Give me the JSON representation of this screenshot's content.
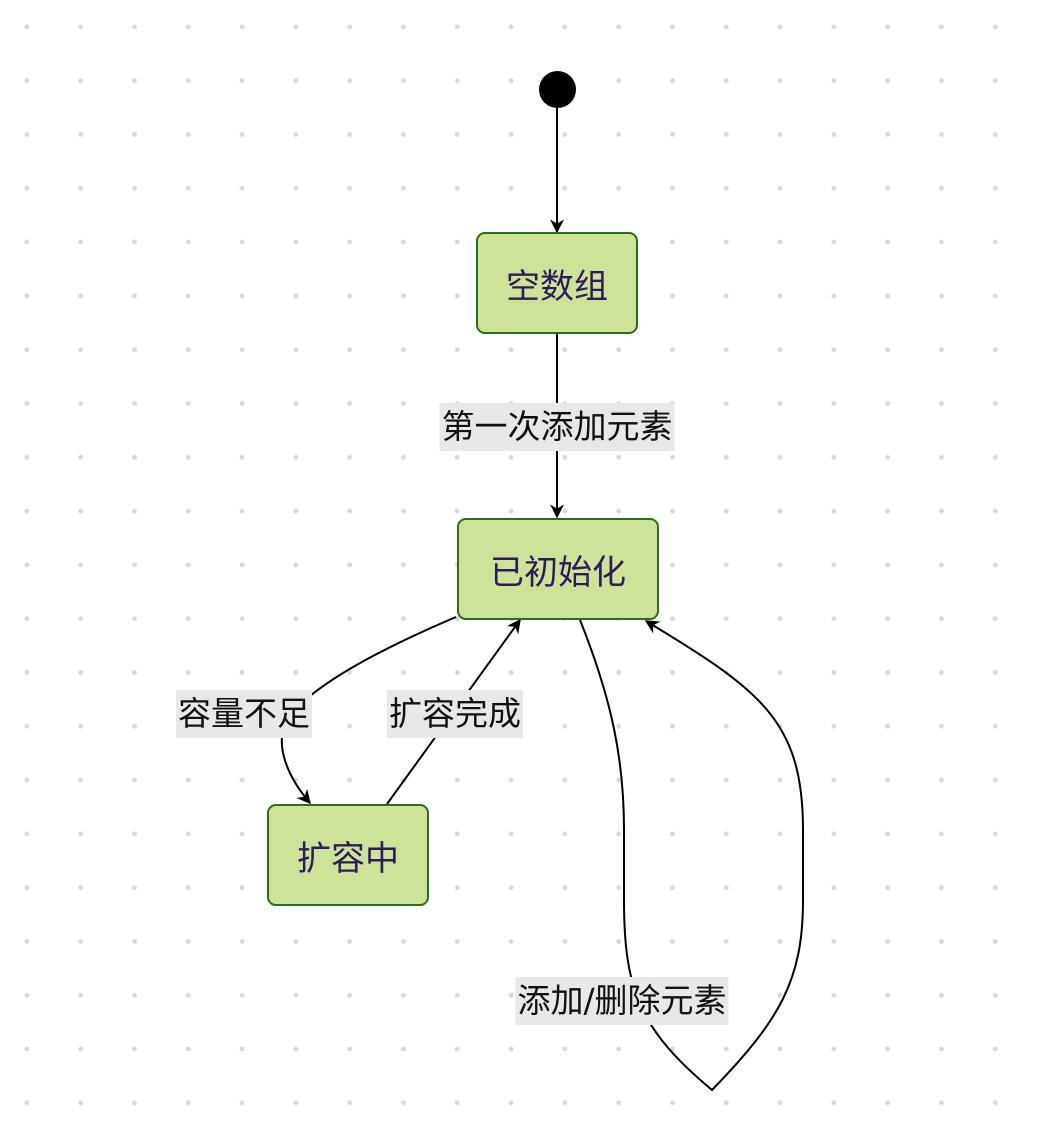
{
  "diagram": {
    "type": "state-diagram",
    "colors": {
      "state_fill": "#cde498",
      "state_border": "#2f6b1d",
      "state_text": "#2e1a5c",
      "edge": "#000000",
      "label_bg": "#e8e8e8"
    },
    "states": {
      "empty": "空数组",
      "initialized": "已初始化",
      "expanding": "扩容中"
    },
    "transitions": {
      "first_add": "第一次添加元素",
      "insufficient": "容量不足",
      "expand_done": "扩容完成",
      "add_remove": "添加/删除元素"
    }
  }
}
